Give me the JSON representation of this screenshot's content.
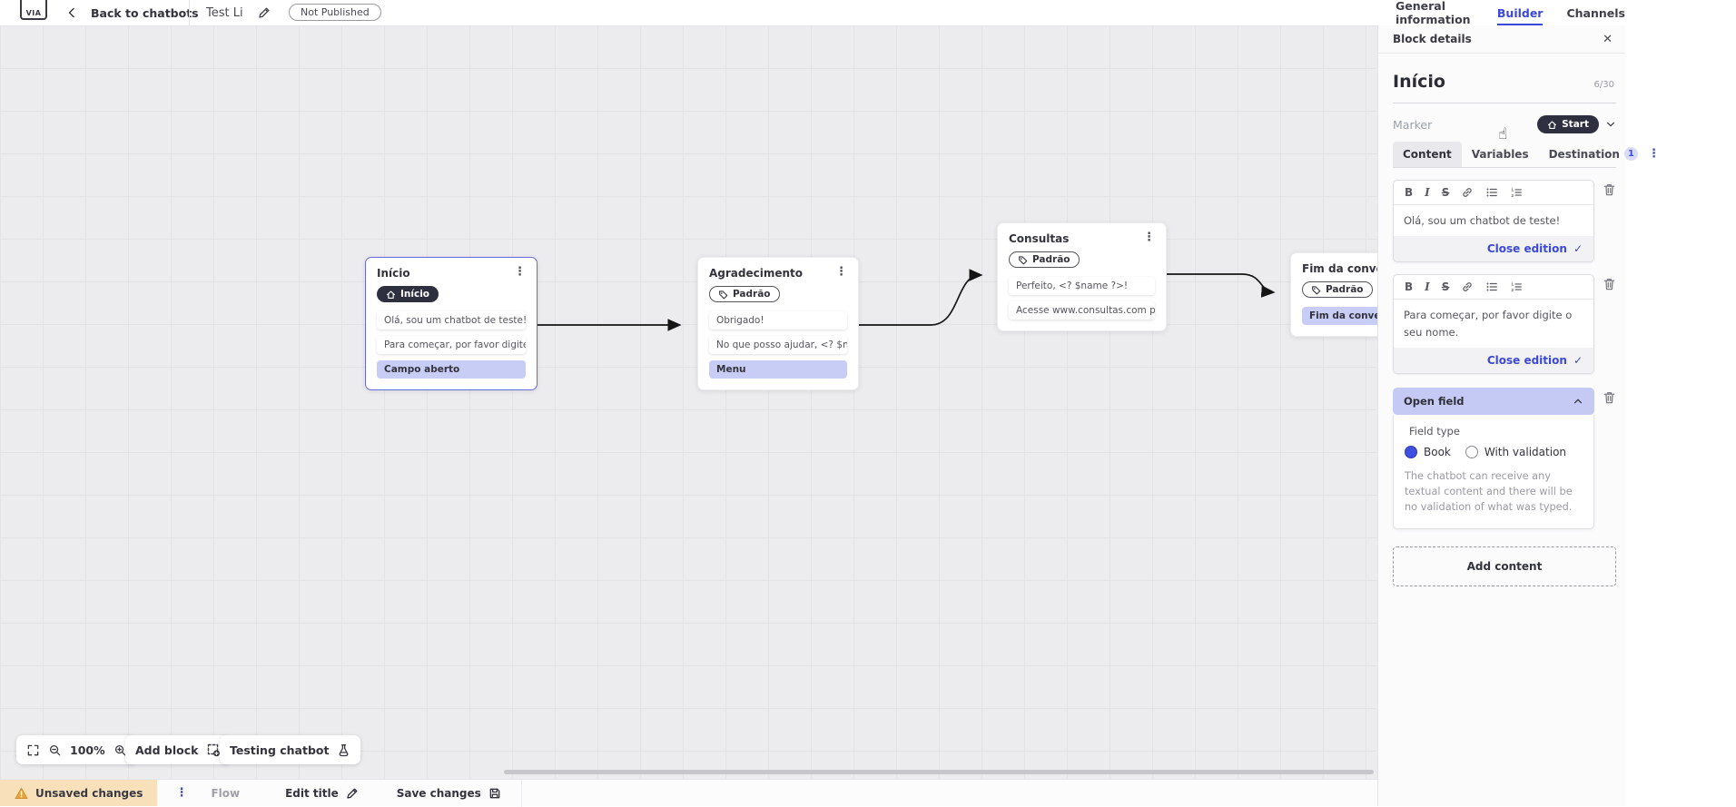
{
  "colors": {
    "accent": "#3b49d8",
    "highlight_row": "#c7cdf5",
    "dark_pill": "#2e3040",
    "warning": "#e8a33c"
  },
  "icons": {
    "kebab": "⋮",
    "close": "✕",
    "check": "✓",
    "cursor": "☝",
    "back_logo_text": "VIA"
  },
  "header": {
    "back_label": "Back to chatbots",
    "title": "Test Li",
    "status_badge": "Not Published",
    "tabs": [
      {
        "label": "General information"
      },
      {
        "label": "Builder"
      },
      {
        "label": "Channels"
      }
    ]
  },
  "canvas": {
    "blocks": [
      {
        "title": "Início",
        "marker": "Início",
        "items": [
          {
            "text": "Olá, sou um chatbot de teste!"
          },
          {
            "text": "Para começar, por favor digite o ..."
          },
          {
            "text": "Campo aberto"
          }
        ]
      },
      {
        "title": "Agradecimento",
        "marker": "Padrão",
        "items": [
          {
            "text": "Obrigado!"
          },
          {
            "text": "No que posso ajudar, <? $name ..."
          },
          {
            "text": "Menu"
          }
        ]
      },
      {
        "title": "Consultas",
        "marker": "Padrão",
        "items": [
          {
            "text": "Perfeito, <? $name ?>!"
          },
          {
            "text": "Acesse www.consultas.com par..."
          }
        ]
      },
      {
        "title": "Fim da conversa",
        "marker": "Padrão",
        "items": [
          {
            "text": "Fim da conversa"
          }
        ]
      }
    ],
    "controls": {
      "zoom_level": "100%",
      "add_block": "Add block",
      "testing": "Testing chatbot"
    }
  },
  "panel": {
    "header_title": "Block details",
    "block_name": "Início",
    "char_count": "6/30",
    "marker_label": "Marker",
    "marker_value": "Start",
    "tabs": [
      {
        "label": "Content"
      },
      {
        "label": "Variables"
      },
      {
        "label": "Destination",
        "badge": "1"
      }
    ],
    "toolbar": {
      "bold": "B",
      "italic": "I",
      "strike": "S"
    },
    "editors": [
      {
        "text": "Olá, sou um chatbot de teste!",
        "action": "Close edition"
      },
      {
        "text": "Para começar, por favor digite o seu nome.",
        "action": "Close edition"
      }
    ],
    "open_field": {
      "title": "Open field",
      "field_type_label": "Field type",
      "options": [
        {
          "label": "Book"
        },
        {
          "label": "With validation"
        }
      ],
      "helper": "The chatbot can receive any textual content and there will be no validation of what was typed."
    },
    "add_content_label": "Add content"
  },
  "footer": {
    "unsaved": "Unsaved changes",
    "flow": "Flow",
    "edit_title": "Edit title",
    "save": "Save changes"
  }
}
